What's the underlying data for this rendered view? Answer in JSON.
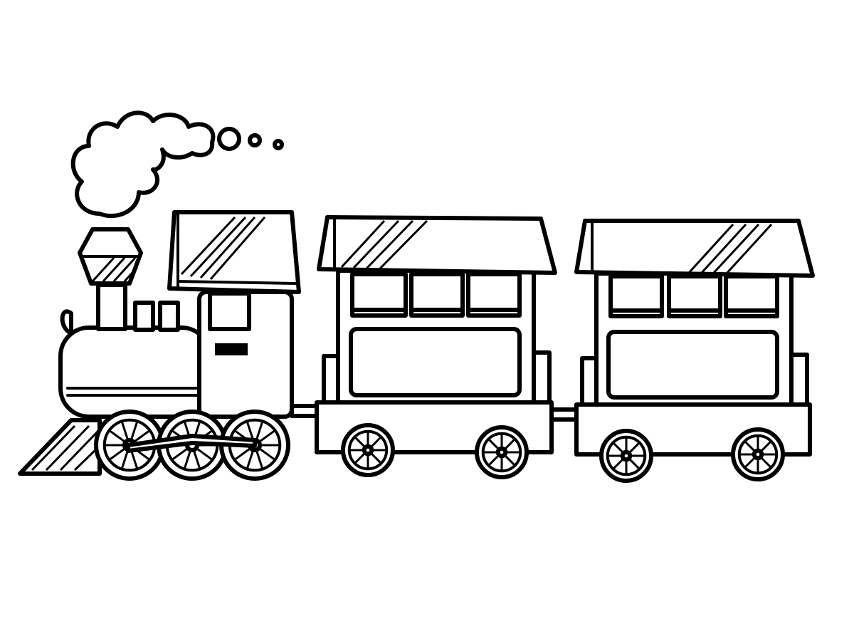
{
  "colors": {
    "line": "#000000",
    "background": "#ffffff"
  },
  "icons": [
    "smoke-cloud",
    "steam-locomotive",
    "passenger-car",
    "wheel"
  ]
}
